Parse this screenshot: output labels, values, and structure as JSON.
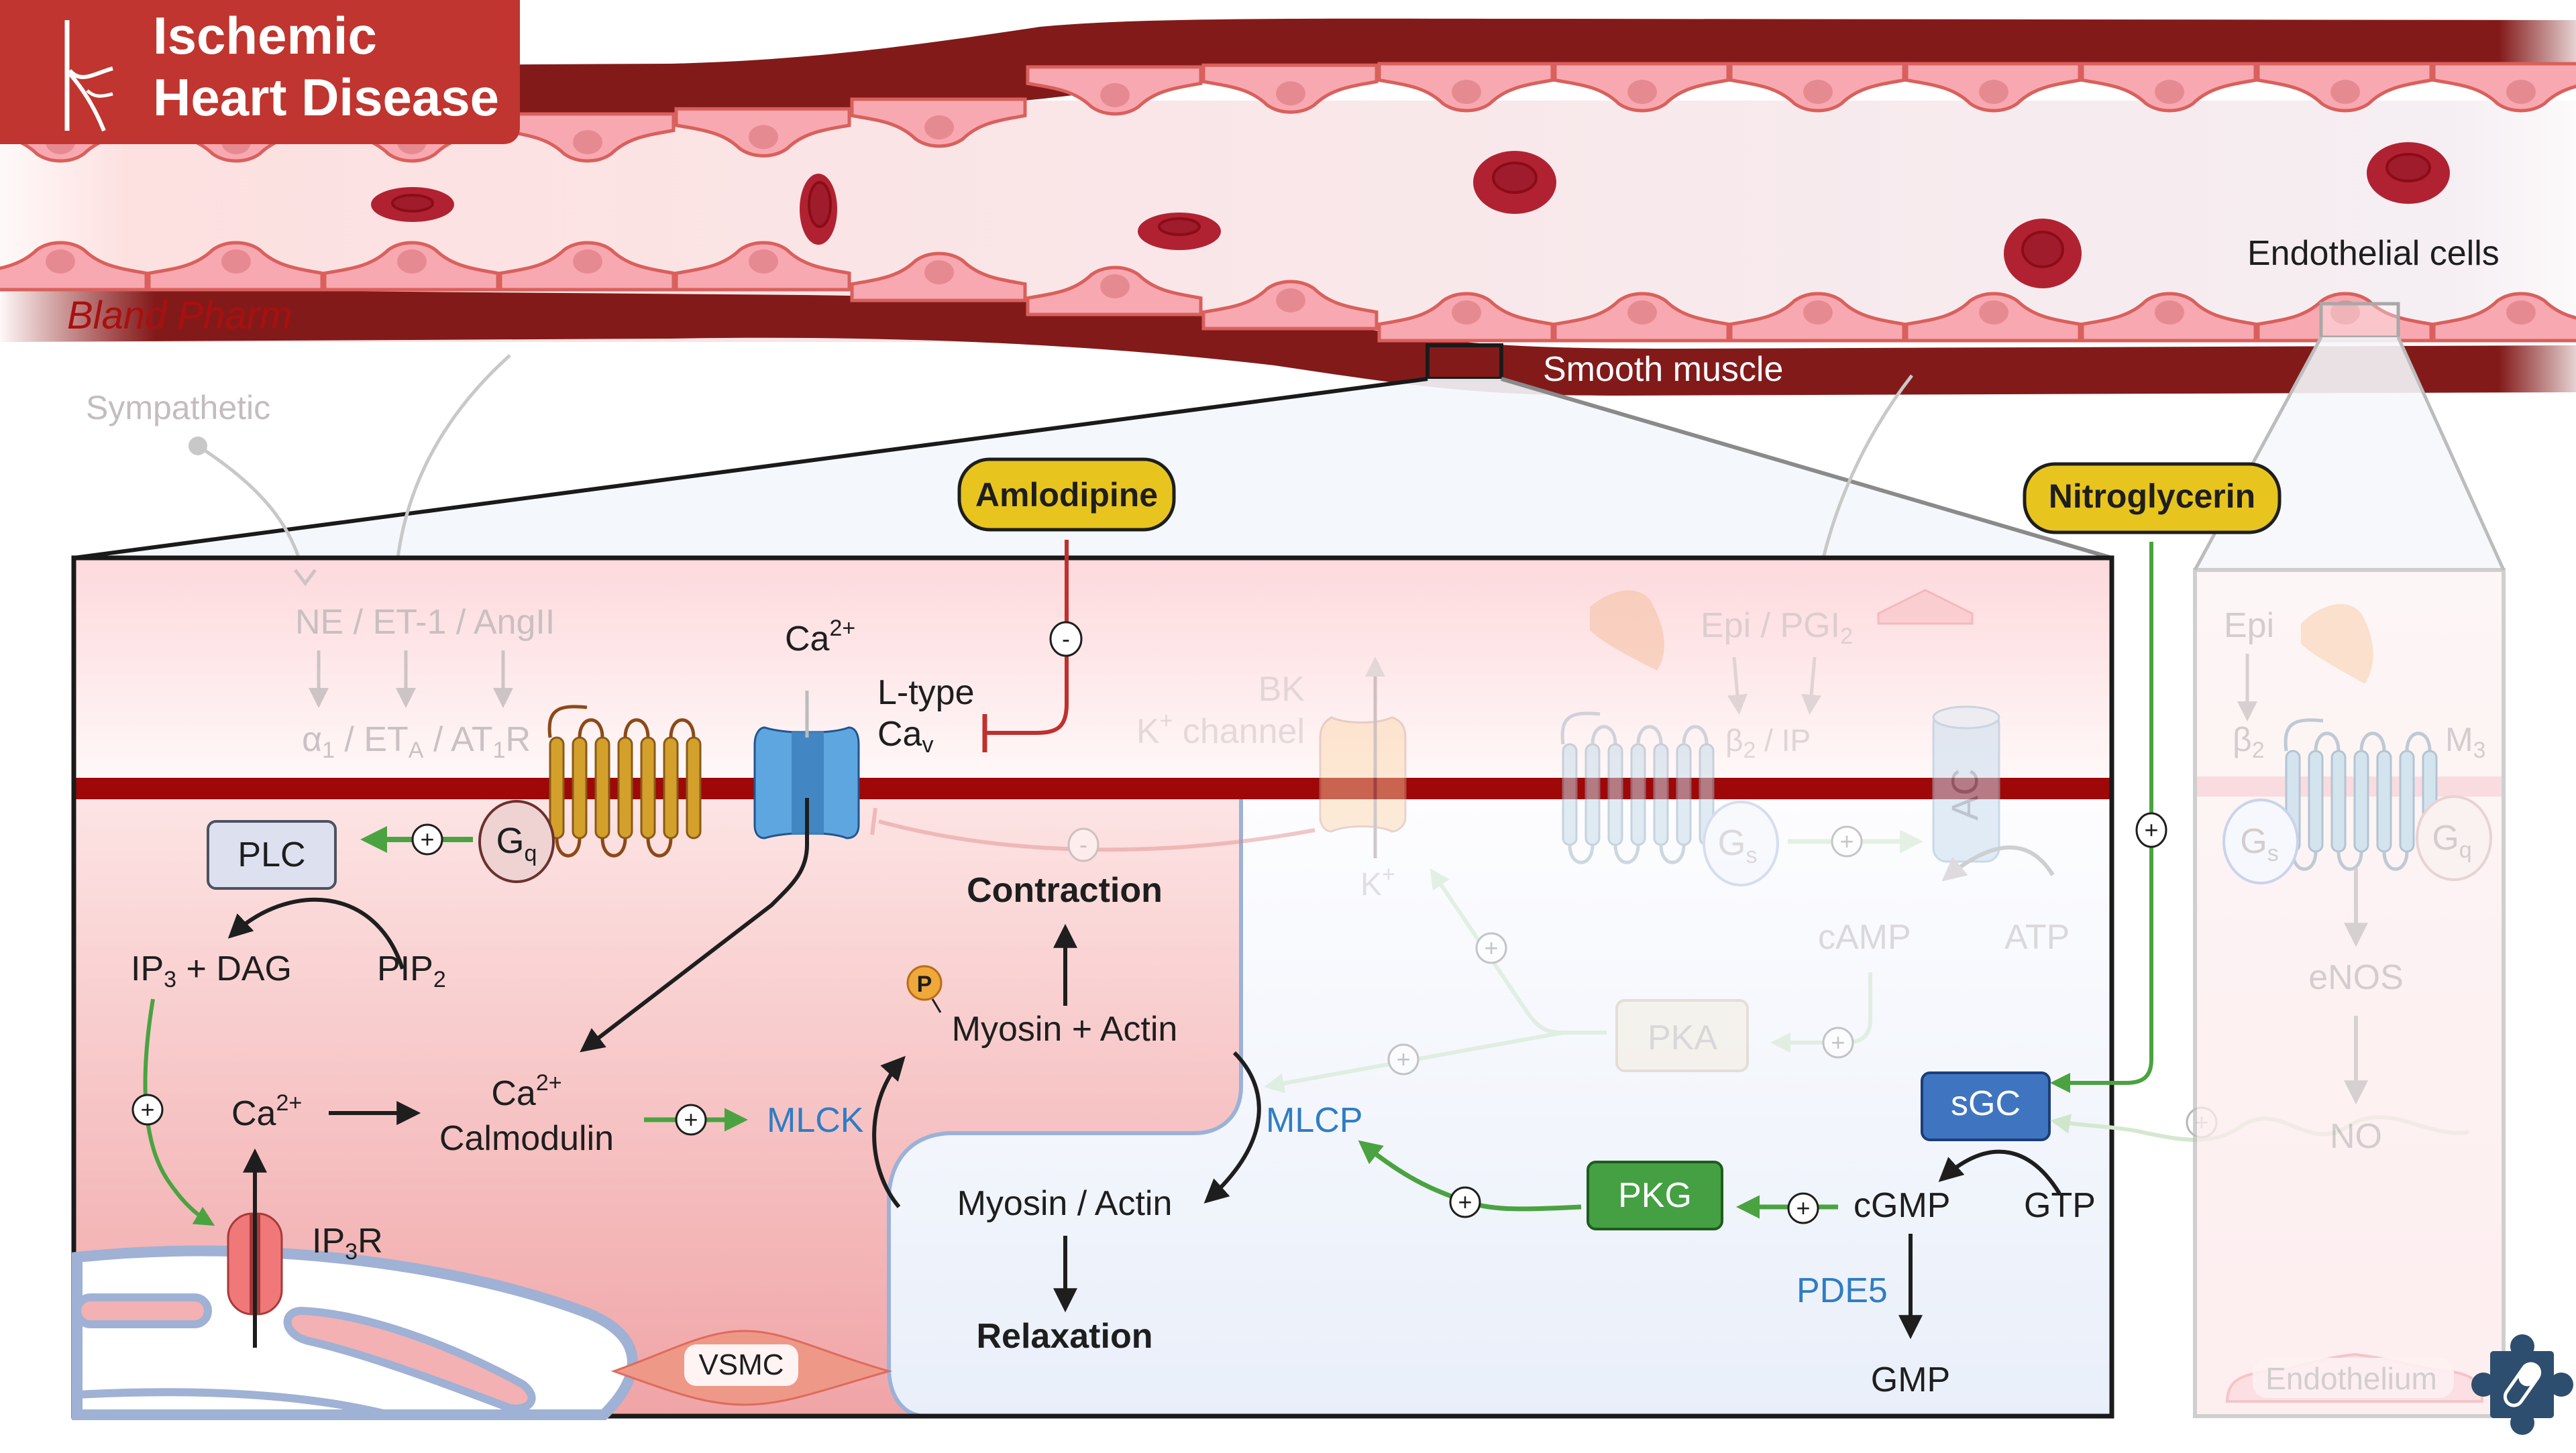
{
  "header": {
    "title_line1": "Ischemic",
    "title_line2": "Heart Disease",
    "icon": "vessel-branch-icon"
  },
  "vessel": {
    "watermark": "Bland Pharm",
    "smooth_muscle_label": "Smooth muscle",
    "endothelial_cells_label": "Endothelial cells"
  },
  "external": {
    "sympathetic": "Sympathetic"
  },
  "drugs": {
    "amlodipine": "Amlodipine",
    "nitroglycerin": "Nitroglycerin"
  },
  "vsmc": {
    "agonists": "NE / ET-1 / AngII",
    "receptors": {
      "a": "α",
      "a_sub": "1",
      "sep1": " / ET",
      "eta_sub": "A",
      "sep2": " / AT",
      "at_sub": "1",
      "r": "R"
    },
    "gq": {
      "main": "G",
      "sub": "q"
    },
    "plc": "PLC",
    "ip3_dag": {
      "ip": "IP",
      "sub": "3",
      "rest": " + DAG"
    },
    "pip2": {
      "main": "PIP",
      "sub": "2"
    },
    "ca_cyto": {
      "main": "Ca",
      "sup": "2+"
    },
    "ca_ext": {
      "main": "Ca",
      "sup": "2+"
    },
    "ip3r": {
      "ip": "IP",
      "sub": "3",
      "r": "R"
    },
    "ltype_line1": "L-type",
    "ltype_line2": {
      "main": "Ca",
      "sub": "v"
    },
    "ca_calmodulin_line1": {
      "main": "Ca",
      "sup": "2+"
    },
    "ca_calmodulin_line2": "Calmodulin",
    "mlck": "MLCK",
    "contraction": "Contraction",
    "myosin_actin_p": "Myosin + Actin",
    "phospho": "P",
    "myosin_actin": "Myosin / Actin",
    "relaxation": "Relaxation",
    "mlcp": "MLCP",
    "bk_line1": "BK",
    "bk_line2": {
      "main": "K",
      "sup": "+",
      "rest": " channel"
    },
    "k_ion": {
      "main": "K",
      "sup": "+"
    },
    "epi_pgi2": {
      "main": "Epi / PGI",
      "sub": "2"
    },
    "b2_ip": {
      "main": "β",
      "sub": "2",
      "rest": " / IP"
    },
    "gs": {
      "main": "G",
      "sub": "s"
    },
    "ac": "AC",
    "camp": "cAMP",
    "atp": "ATP",
    "pka": "PKA",
    "sgc": "sGC",
    "pkg": "PKG",
    "cgmp": "cGMP",
    "gtp": "GTP",
    "pde5": "PDE5",
    "gmp": "GMP",
    "cell_label": "VSMC"
  },
  "endothelium": {
    "epi": "Epi",
    "b2": {
      "main": "β",
      "sub": "2"
    },
    "m3": {
      "main": "M",
      "sub": "3"
    },
    "gs": {
      "main": "G",
      "sub": "s"
    },
    "gq": {
      "main": "G",
      "sub": "q"
    },
    "enos": "eNOS",
    "no": "NO",
    "cell_label": "Endothelium"
  },
  "symbols": {
    "plus": "+",
    "minus": "-"
  },
  "colors": {
    "title_bg": "#c0352f",
    "vessel_wall": "#831a1a",
    "membrane": "#9e0808",
    "drug_badge": "#e8c51e",
    "activation": "#4aa340",
    "inhibition": "#c0302c",
    "sgc": "#3f75c0",
    "pkg": "#44a043",
    "enzyme_text": "#2f7cc4"
  },
  "badge": {
    "icon": "puzzle-pill-icon"
  }
}
